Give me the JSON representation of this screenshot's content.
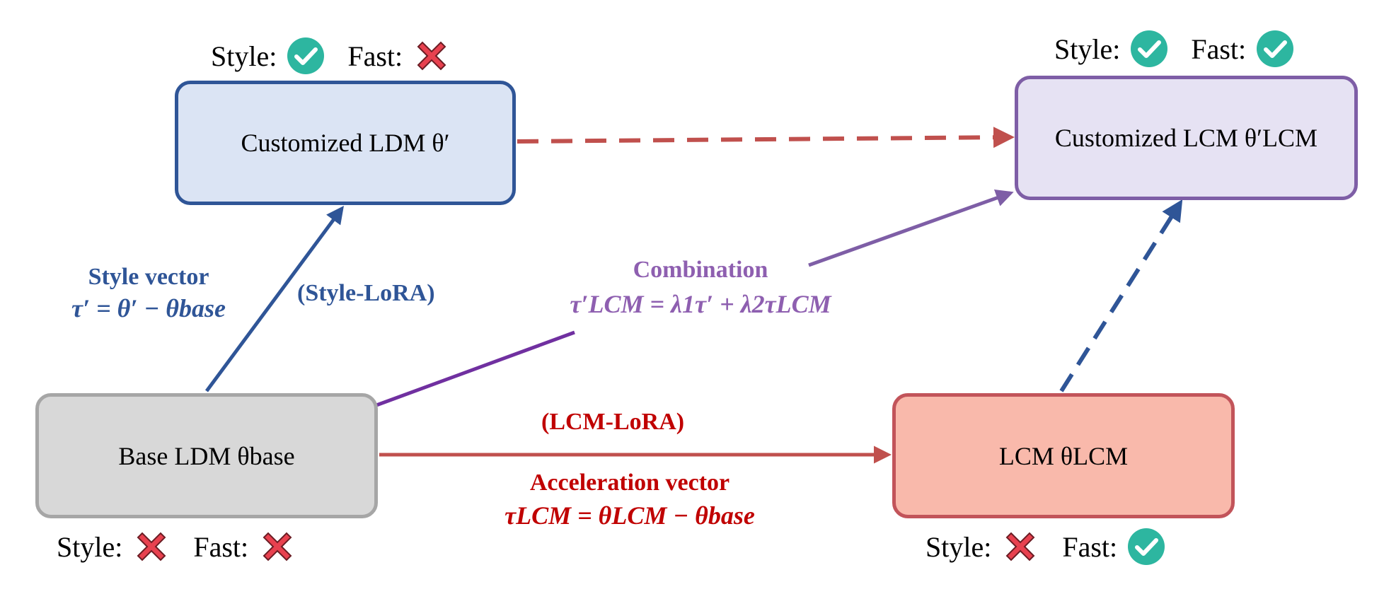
{
  "nodes": {
    "custom_ldm": {
      "label": "Customized LDM θ′"
    },
    "custom_lcm": {
      "label": "Customized LCM θ′LCM"
    },
    "base_ldm": {
      "label": "Base LDM θbase"
    },
    "lcm": {
      "label": "LCM θLCM"
    }
  },
  "status_labels": {
    "style": "Style:",
    "fast": "Fast:"
  },
  "statuses": {
    "custom_ldm": {
      "style": "check-icon",
      "fast": "cross-icon"
    },
    "custom_lcm": {
      "style": "check-icon",
      "fast": "check-icon"
    },
    "base_ldm": {
      "style": "cross-icon",
      "fast": "cross-icon"
    },
    "lcm": {
      "style": "cross-icon",
      "fast": "check-icon"
    }
  },
  "labels": {
    "style_vector_title": "Style vector",
    "style_vector_eq": "τ′ = θ′ − θbase",
    "style_lora": "(Style-LoRA)",
    "combination_title": "Combination",
    "combination_eq": "τ′LCM = λ1τ′ + λ2τLCM",
    "lcm_lora": "(LCM-LoRA)",
    "accel_title": "Acceleration vector",
    "accel_eq": "τLCM = θLCM − θbase"
  },
  "colors": {
    "blue": "#2f5597",
    "purple": "#7e5ea6",
    "purple_dark": "#7030a0",
    "red": "#c0504d",
    "check": "#2db6a0",
    "cross": "#e8414f"
  }
}
